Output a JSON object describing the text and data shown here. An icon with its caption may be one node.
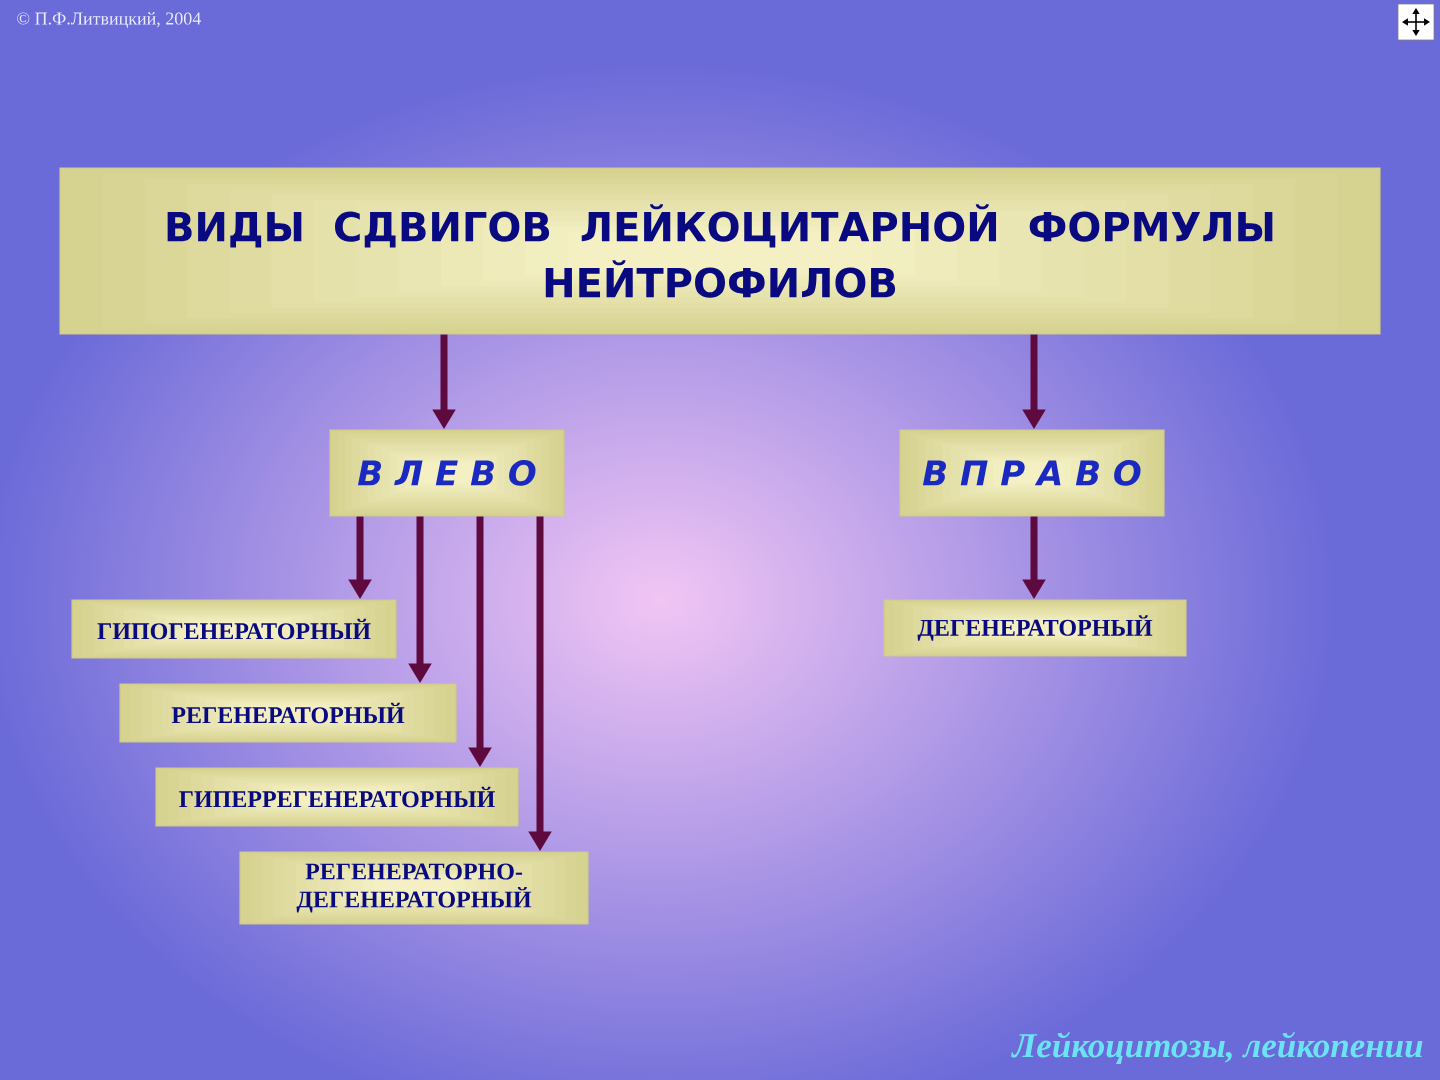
{
  "diagram": {
    "nodes": [
      {
        "text": [
          "ВИДЫ СДВИГОВ ЛЕЙКОЦИТАРНОЙ ФОРМУЛЫ НЕЙТРОФИЛОВ"
        ]
      },
      {
        "text": [
          "В Л Е В О"
        ]
      },
      {
        "text": [
          "В П Р А В О"
        ]
      },
      {
        "text": [
          "ГИПОГЕНЕРАТОРНЫЙ"
        ]
      },
      {
        "text": [
          "РЕГЕНЕРАТОРНЫЙ"
        ]
      },
      {
        "text": [
          "ГИПЕРРЕГЕНЕРАТОРНЫЙ"
        ]
      },
      {
        "text": [
          "РЕГЕНЕРАТОРНО- ДЕГЕНЕРАТОРНЫЙ"
        ]
      },
      {
        "text": [
          "ДЕГЕНЕРАТОРНЫЙ"
        ]
      }
    ],
    "edges": [
      {
        "from": 0,
        "to": 1,
        "arrow": "to"
      },
      {
        "from": 0,
        "to": 2,
        "arrow": "to"
      },
      {
        "from": 1,
        "to": 3,
        "arrow": "to"
      },
      {
        "from": 1,
        "to": 4,
        "arrow": "to"
      },
      {
        "from": 1,
        "to": 5,
        "arrow": "to"
      },
      {
        "from": 1,
        "to": 6,
        "arrow": "to"
      },
      {
        "from": 2,
        "to": 7,
        "arrow": "to"
      }
    ],
    "labels": [
      "© П.Ф.Литвицкий, 2004",
      "Лейкоцитозы, лейкопении"
    ]
  }
}
